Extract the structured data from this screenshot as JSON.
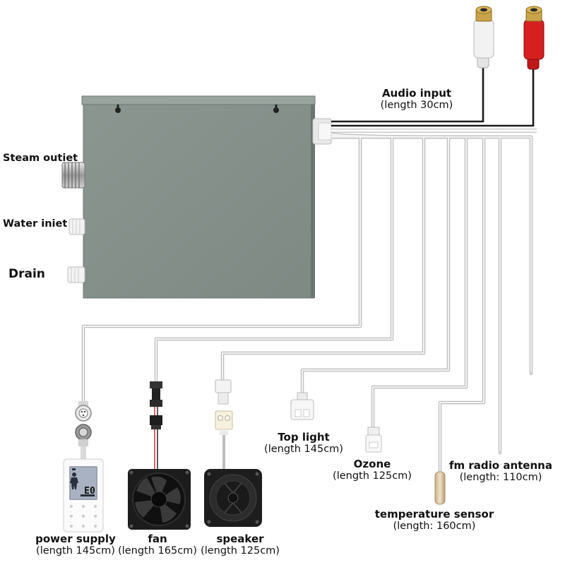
{
  "labels": {
    "steam_outlet": "Steam outiet",
    "water_inlet": "Water iniet",
    "drain": "Drain",
    "audio_input": {
      "name": "Audio input",
      "length": "(length 30cm)"
    },
    "top_light": {
      "name": "Top light",
      "length": "(length 145cm)"
    },
    "ozone": {
      "name": "Ozone",
      "length": "(length 125cm)"
    },
    "fm_radio_antenna": {
      "name": "fm radio antenna",
      "length": "(length: 110cm)"
    },
    "temperature_sensor": {
      "name": "temperature sensor",
      "length": "(length: 160cm)"
    },
    "power_supply": {
      "name": "power supply",
      "length": "(length 145cm)"
    },
    "fan": {
      "name": "fan",
      "length": "(length 165cm)"
    },
    "speaker": {
      "name": "speaker",
      "length": "(length 125cm)"
    }
  },
  "control_panel": {
    "display_code": "E0"
  }
}
